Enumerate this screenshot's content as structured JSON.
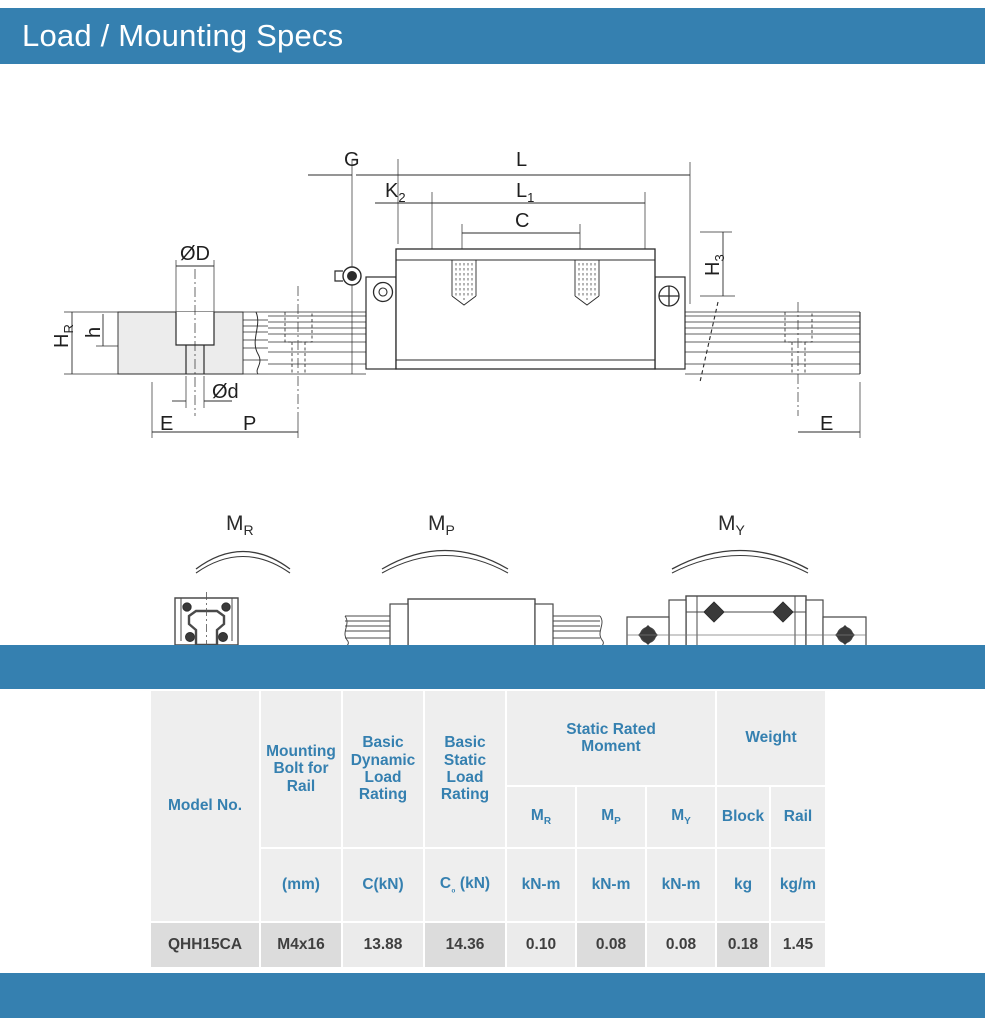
{
  "header": {
    "title": "Load / Mounting Specs",
    "accent_color": "#3580b0",
    "text_color": "#ffffff"
  },
  "drawing": {
    "caption_labels": {
      "G": "G",
      "L": "L",
      "L1_base": "L",
      "L1_sub": "1",
      "K2_base": "K",
      "K2_sub": "2",
      "C": "C",
      "H3_base": "H",
      "H3_sub": "3",
      "HR_base": "H",
      "HR_sub": "R",
      "h": "h",
      "OD": "ØD",
      "Od": "Ød",
      "E_left": "E",
      "P": "P",
      "E_right": "E"
    },
    "moment_labels": {
      "MR_base": "M",
      "MR_sub": "R",
      "MP_base": "M",
      "MP_sub": "P",
      "MY_base": "M",
      "MY_sub": "Y"
    }
  },
  "table": {
    "header_text_color": "#3580b0",
    "groups": {
      "model": "Model No.",
      "mounting_bolt": "Mounting Bolt for Rail",
      "basic_dynamic": "Basic Dynamic Load Rating",
      "basic_static": "Basic Static Load Rating",
      "static_rated_moment": "Static Rated Moment",
      "weight": "Weight"
    },
    "group_lines": {
      "mounting_bolt": [
        "Mounting",
        "Bolt for",
        "Rail"
      ],
      "basic_dynamic": [
        "Basic",
        "Dynamic",
        "Load",
        "Rating"
      ],
      "basic_static": [
        "Basic",
        "Static",
        "Load",
        "Rating"
      ],
      "static_rated_moment": [
        "Static Rated",
        "Moment"
      ],
      "weight": [
        "Weight"
      ]
    },
    "sub_headers": {
      "mr_base": "M",
      "mr_sub": "R",
      "mp_base": "M",
      "mp_sub": "P",
      "my_base": "M",
      "my_sub": "Y",
      "block": "Block",
      "rail": "Rail"
    },
    "units": {
      "bolt": "(mm)",
      "dynamic": "C(kN)",
      "static_base": "C",
      "static_sub": "₀",
      "static_rest": " (kN)",
      "mr": "kN-m",
      "mp": "kN-m",
      "my": "kN-m",
      "block": "kg",
      "rail": "kg/m"
    },
    "rows": [
      {
        "model": "QHH15CA",
        "bolt": "M4x16",
        "dynamic": "13.88",
        "static": "14.36",
        "mr": "0.10",
        "mp": "0.08",
        "my": "0.08",
        "block": "0.18",
        "rail": "1.45"
      }
    ]
  }
}
